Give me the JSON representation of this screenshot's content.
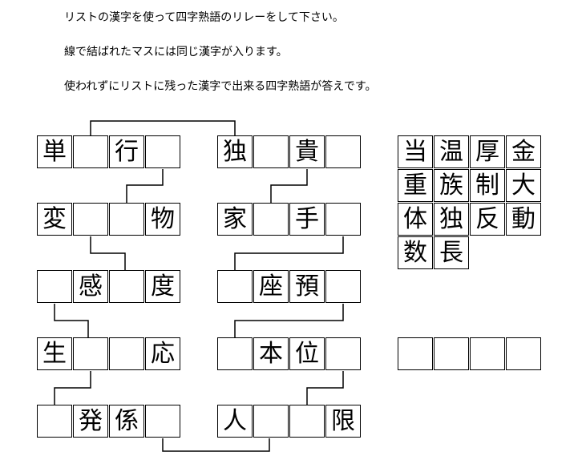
{
  "instructions": [
    "リストの漢字を使って四字熟語のリレーをして下さい。",
    "線で結ばれたマスには同じ漢字が入ります。",
    "使われずにリストに残った漢字で出来る四字熟語が答えです。"
  ],
  "puzzle": {
    "left": [
      [
        "単",
        "",
        "行",
        ""
      ],
      [
        "変",
        "",
        "",
        "物"
      ],
      [
        "",
        "感",
        "",
        "度"
      ],
      [
        "生",
        "",
        "",
        "応"
      ],
      [
        "",
        "発",
        "係",
        ""
      ]
    ],
    "right": [
      [
        "独",
        "",
        "貴",
        ""
      ],
      [
        "家",
        "",
        "手",
        ""
      ],
      [
        "",
        "座",
        "預",
        ""
      ],
      [
        "",
        "本",
        "位",
        ""
      ],
      [
        "人",
        "",
        "",
        "限"
      ]
    ]
  },
  "kanji_list": [
    [
      "当",
      "温",
      "厚",
      "金"
    ],
    [
      "重",
      "族",
      "制",
      "大"
    ],
    [
      "体",
      "独",
      "反",
      "動"
    ],
    [
      "数",
      "長"
    ]
  ],
  "answer_cells": [
    "",
    "",
    "",
    ""
  ]
}
